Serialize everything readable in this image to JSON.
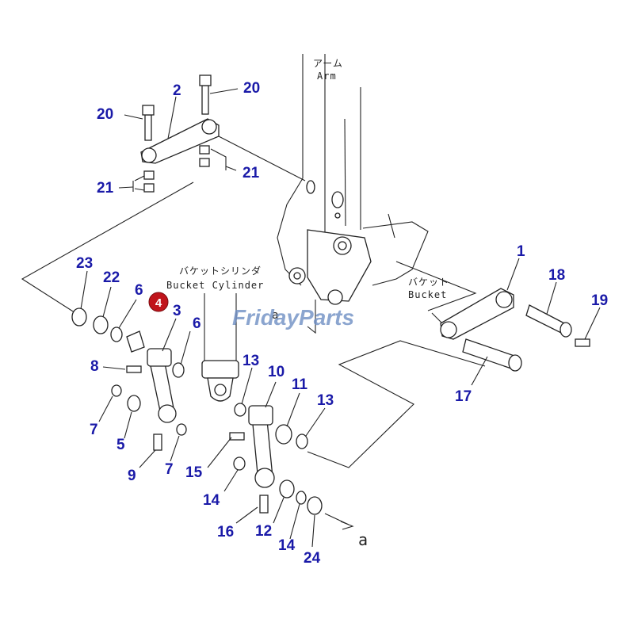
{
  "diagram": {
    "labels": {
      "arm_jp": "アーム",
      "arm_en": "Arm",
      "bucket_jp": "バケット",
      "bucket_en": "Bucket",
      "cylinder_jp": "バケットシリンダ",
      "cylinder_en": "Bucket Cylinder",
      "arrow_a": "a",
      "ref_a": "a"
    },
    "watermark": "FridayParts",
    "highlight_badge": "4",
    "callouts": {
      "c1": "1",
      "c2": "2",
      "c3": "3",
      "c5": "5",
      "c6a": "6",
      "c6b": "6",
      "c7a": "7",
      "c7b": "7",
      "c8": "8",
      "c9": "9",
      "c10": "10",
      "c11": "11",
      "c12": "12",
      "c13a": "13",
      "c13b": "13",
      "c14a": "14",
      "c14b": "14",
      "c15": "15",
      "c16": "16",
      "c17": "17",
      "c18": "18",
      "c19": "19",
      "c20a": "20",
      "c20b": "20",
      "c21a": "21",
      "c21b": "21",
      "c22": "22",
      "c23": "23",
      "c24": "24"
    },
    "colors": {
      "callout": "#1a1aa8",
      "badge": "#c0141b",
      "watermark": "#6f8fc4"
    }
  }
}
